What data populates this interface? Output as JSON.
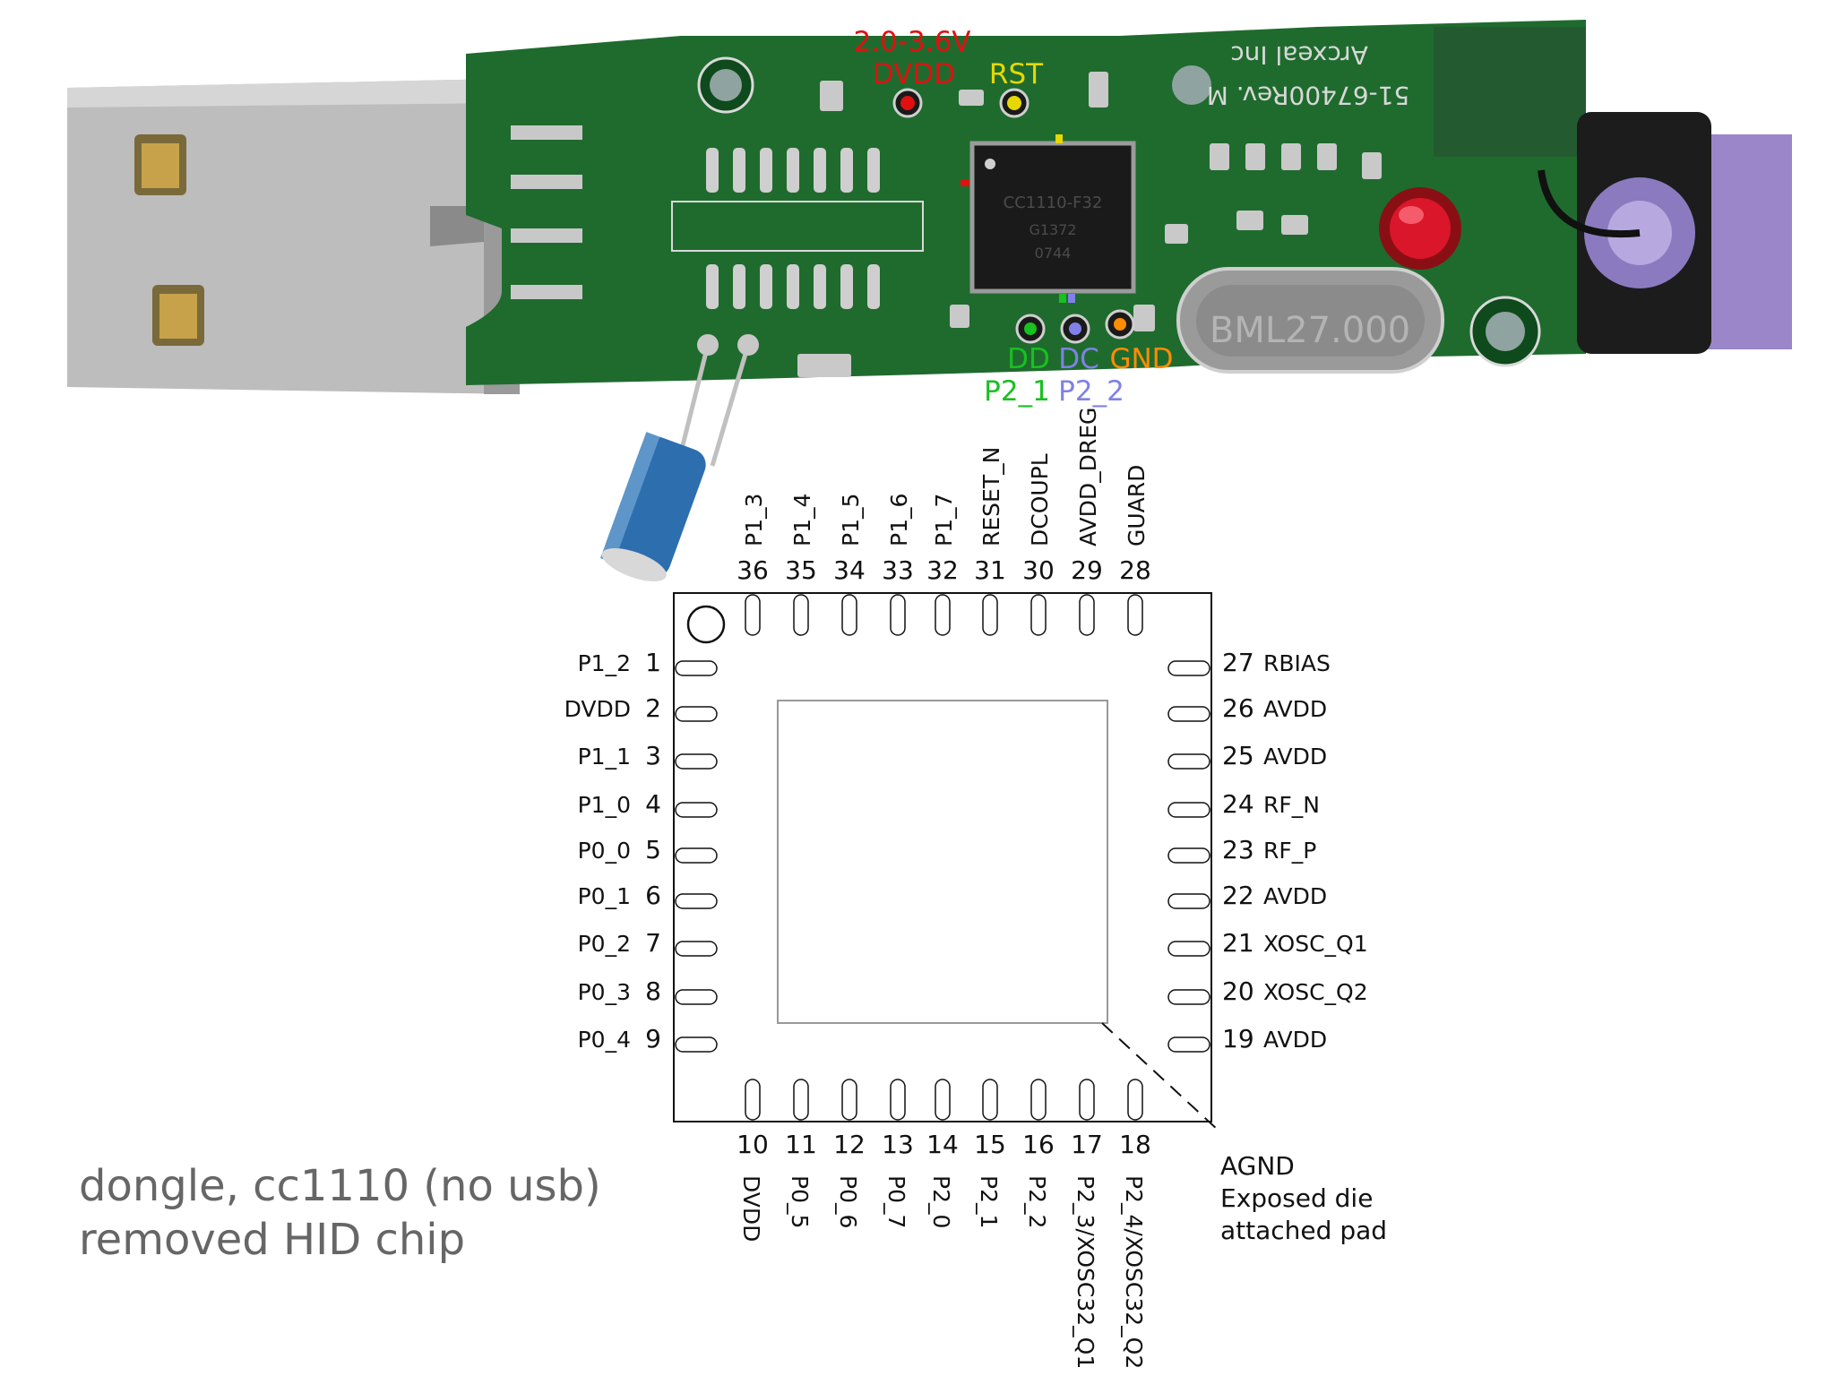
{
  "board": {
    "voltage_label": "2.0-3.6V",
    "dvdd_label": "DVDD",
    "rst_label": "RST",
    "dd_label": "DD",
    "dc_label": "DC",
    "gnd_label": "GND",
    "dd_port": "P2_1",
    "dc_port": "P2_2",
    "crystal_label": "BML27.000",
    "silk_rev": "51-67400Rev. M",
    "silk_vendor": "Arcxeal Inc",
    "chip_marking": [
      "CC1110-F32",
      "G1372",
      "0744"
    ],
    "colors": {
      "pcb": "#1f6b2e",
      "dvdd": "#e01010",
      "rst": "#e6d800",
      "dd": "#18c020",
      "dc": "#8080e8",
      "gnd": "#ff8c00"
    }
  },
  "pinout": {
    "top_pins": [
      {
        "num": "36",
        "name": "P1_3"
      },
      {
        "num": "35",
        "name": "P1_4"
      },
      {
        "num": "34",
        "name": "P1_5"
      },
      {
        "num": "33",
        "name": "P1_6"
      },
      {
        "num": "32",
        "name": "P1_7"
      },
      {
        "num": "31",
        "name": "RESET_N"
      },
      {
        "num": "30",
        "name": "DCOUPL"
      },
      {
        "num": "29",
        "name": "AVDD_DREG"
      },
      {
        "num": "28",
        "name": "GUARD"
      }
    ],
    "left_pins": [
      {
        "num": "1",
        "name": "P1_2"
      },
      {
        "num": "2",
        "name": "DVDD"
      },
      {
        "num": "3",
        "name": "P1_1"
      },
      {
        "num": "4",
        "name": "P1_0"
      },
      {
        "num": "5",
        "name": "P0_0"
      },
      {
        "num": "6",
        "name": "P0_1"
      },
      {
        "num": "7",
        "name": "P0_2"
      },
      {
        "num": "8",
        "name": "P0_3"
      },
      {
        "num": "9",
        "name": "P0_4"
      }
    ],
    "right_pins": [
      {
        "num": "27",
        "name": "RBIAS"
      },
      {
        "num": "26",
        "name": "AVDD"
      },
      {
        "num": "25",
        "name": "AVDD"
      },
      {
        "num": "24",
        "name": "RF_N"
      },
      {
        "num": "23",
        "name": "RF_P"
      },
      {
        "num": "22",
        "name": "AVDD"
      },
      {
        "num": "21",
        "name": "XOSC_Q1"
      },
      {
        "num": "20",
        "name": "XOSC_Q2"
      },
      {
        "num": "19",
        "name": "AVDD"
      }
    ],
    "bottom_pins": [
      {
        "num": "10",
        "name": "DVDD"
      },
      {
        "num": "11",
        "name": "P0_5"
      },
      {
        "num": "12",
        "name": "P0_6"
      },
      {
        "num": "13",
        "name": "P0_7"
      },
      {
        "num": "14",
        "name": "P2_0"
      },
      {
        "num": "15",
        "name": "P2_1"
      },
      {
        "num": "16",
        "name": "P2_2"
      },
      {
        "num": "17",
        "name": "P2_3/XOSC32_Q1"
      },
      {
        "num": "18",
        "name": "P2_4/XOSC32_Q2"
      }
    ],
    "pad_note": [
      "AGND",
      "Exposed die",
      "attached pad"
    ]
  },
  "caption": [
    "dongle, cc1110 (no usb)",
    "removed HID chip"
  ]
}
